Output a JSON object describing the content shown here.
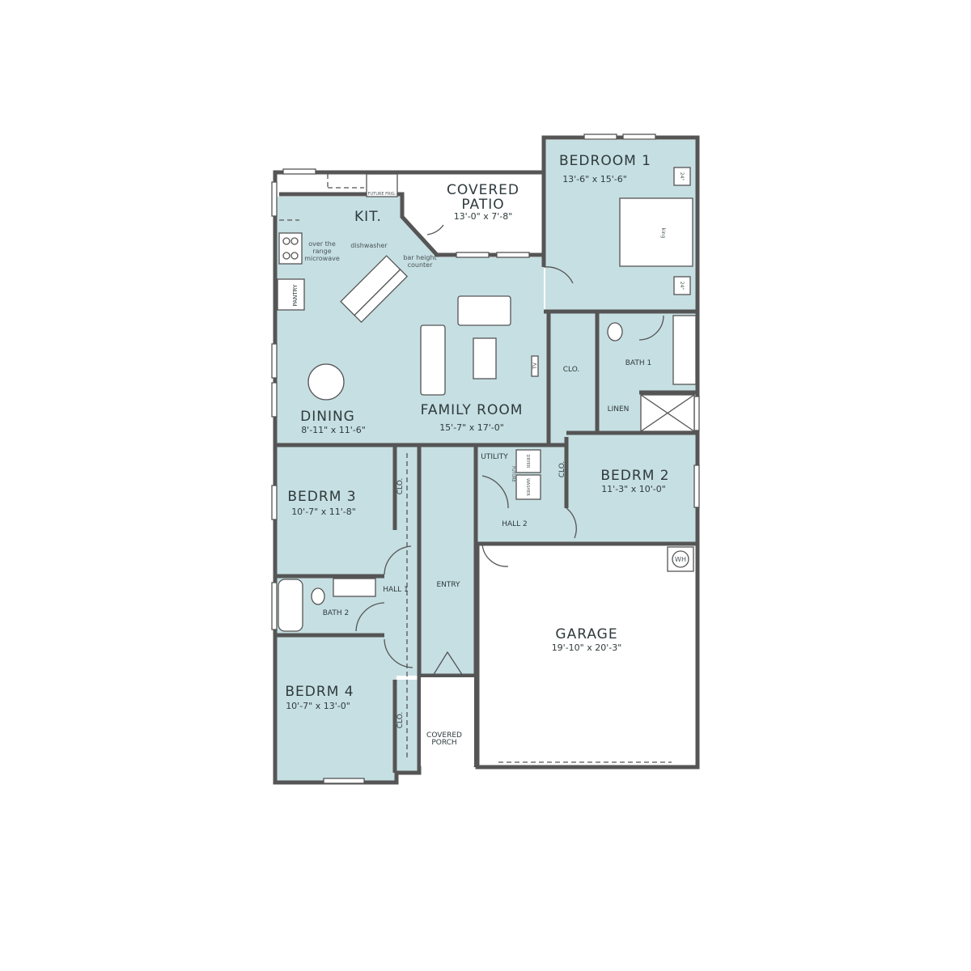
{
  "colors": {
    "room_fill": "#c6dfe2",
    "wall": "#555555",
    "exterior": "#ffffff"
  },
  "rooms": {
    "kitchen": {
      "name": "KIT."
    },
    "covered_patio": {
      "name_line1": "COVERED",
      "name_line2": "PATIO",
      "size": "13'-0\" x 7'-8\""
    },
    "bedroom1": {
      "name": "BEDROOM 1",
      "size": "13'-6\" x 15'-6\""
    },
    "dining": {
      "name": "DINING",
      "size": "8'-11\" x 11'-6\""
    },
    "family_room": {
      "name": "FAMILY ROOM",
      "size": "15'-7\" x 17'-0\""
    },
    "bath1": {
      "name": "BATH 1"
    },
    "closet1": {
      "name": "CLO."
    },
    "linen": {
      "name": "LINEN"
    },
    "bedrm2": {
      "name": "BEDRM 2",
      "size": "11'-3\" x 10'-0\""
    },
    "closet2": {
      "name": "CLO."
    },
    "utility": {
      "name": "UTILITY"
    },
    "hall2": {
      "name": "HALL 2"
    },
    "bedrm3": {
      "name": "BEDRM 3",
      "size": "10'-7\" x 11'-8\""
    },
    "closet3": {
      "name": "CLO."
    },
    "hall1": {
      "name": "HALL 1"
    },
    "entry": {
      "name": "ENTRY"
    },
    "bath2": {
      "name": "BATH 2"
    },
    "garage": {
      "name": "GARAGE",
      "size": "19'-10\" x 20'-3\""
    },
    "bedrm4": {
      "name": "BEDRM 4",
      "size": "10'-7\" x 13'-0\""
    },
    "closet4": {
      "name": "CLO."
    },
    "covered_porch": {
      "name_line1": "COVERED",
      "name_line2": "PORCH"
    }
  },
  "annotations": {
    "future_fridge": "FUTURE FRIG.",
    "microwave_line1": "over the",
    "microwave_line2": "range",
    "microwave_line3": "microwave",
    "dishwasher": "dishwasher",
    "bar_line1": "bar height",
    "bar_line2": "counter",
    "pantry": "PANTRY",
    "tv": "TV",
    "king": "king",
    "nightstand": "24\"",
    "dryer": "DRYER",
    "washer": "WASHER",
    "future": "FUTURE",
    "water_heater": "WH"
  }
}
